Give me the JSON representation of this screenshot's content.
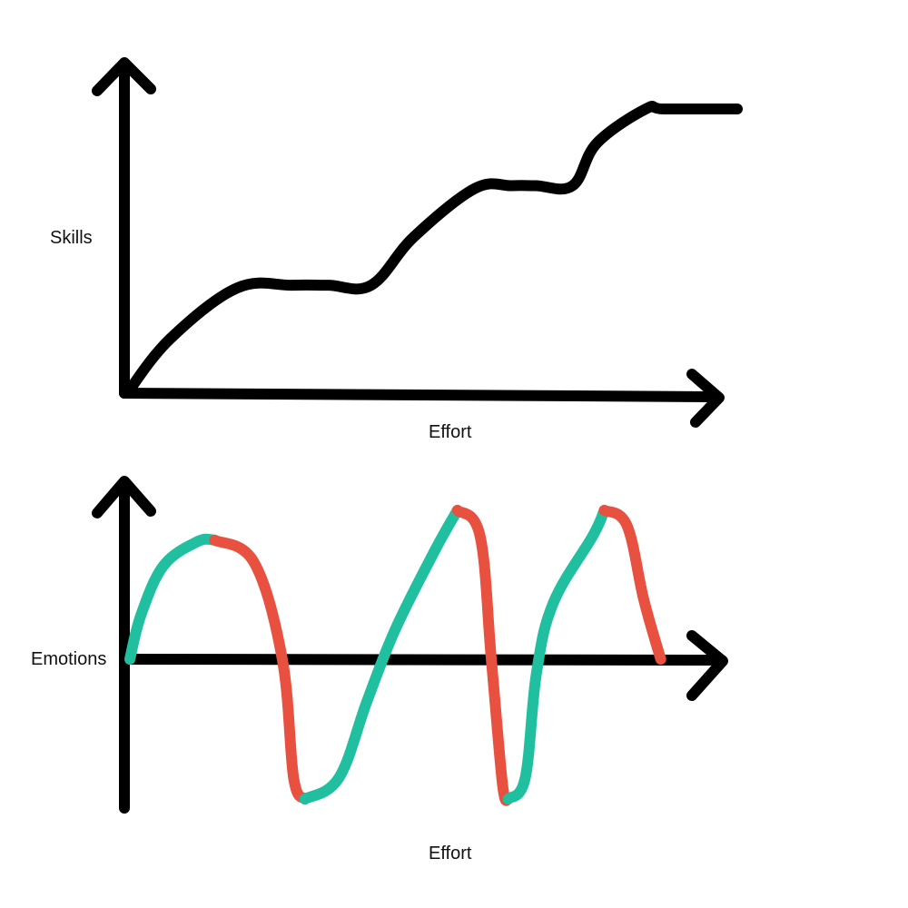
{
  "colors": {
    "ink": "#000000",
    "rising": "#1fbf9f",
    "falling": "#e8513f"
  },
  "chart_data": [
    {
      "type": "line",
      "style": "hand-drawn",
      "ylabel": "Skills",
      "xlabel": "Effort",
      "grid": false,
      "axis_ticks": false,
      "xlim": [
        0,
        100
      ],
      "ylim": [
        0,
        100
      ],
      "series": [
        {
          "color": "black",
          "shape": "staircase of rising curves separated by flat plateaus",
          "x": [
            0,
            7,
            18,
            27,
            33,
            40,
            47,
            57,
            63,
            67,
            73,
            77,
            85,
            88,
            100
          ],
          "y": [
            0,
            19,
            37,
            38,
            38,
            38,
            55,
            72,
            73,
            73,
            73,
            88,
            100,
            100,
            100
          ]
        }
      ]
    },
    {
      "type": "line",
      "style": "hand-drawn",
      "ylabel": "Emotions",
      "xlabel": "Effort",
      "grid": false,
      "axis_ticks": false,
      "xlim": [
        0,
        100
      ],
      "ylim": [
        -100,
        100
      ],
      "zero_line": true,
      "series": [
        {
          "shape": "oscillating wave; green where rising, red where falling",
          "segments": [
            {
              "color": "rising",
              "x": [
                0,
                2,
                6,
                12,
                15
              ],
              "y": [
                0,
                30,
                63,
                79,
                80
              ]
            },
            {
              "color": "falling",
              "x": [
                15,
                22,
                27,
                29,
                31
              ],
              "y": [
                80,
                65,
                0,
                -85,
                -100
              ]
            },
            {
              "color": "rising",
              "x": [
                31,
                37,
                42,
                47,
                54,
                58
              ],
              "y": [
                -100,
                -85,
                -30,
                20,
                73,
                100
              ]
            },
            {
              "color": "falling",
              "x": [
                58,
                62,
                64,
                66,
                67
              ],
              "y": [
                100,
                83,
                0,
                -90,
                -100
              ]
            },
            {
              "color": "rising",
              "x": [
                67,
                70,
                72,
                75,
                82,
                84
              ],
              "y": [
                -100,
                -85,
                -10,
                38,
                83,
                100
              ]
            },
            {
              "color": "falling",
              "x": [
                84,
                88,
                91,
                94
              ],
              "y": [
                100,
                90,
                40,
                0
              ]
            }
          ]
        }
      ]
    }
  ],
  "labels": {
    "top_ylabel": "Skills",
    "top_xlabel": "Effort",
    "bottom_ylabel": "Emotions",
    "bottom_xlabel": "Effort"
  }
}
